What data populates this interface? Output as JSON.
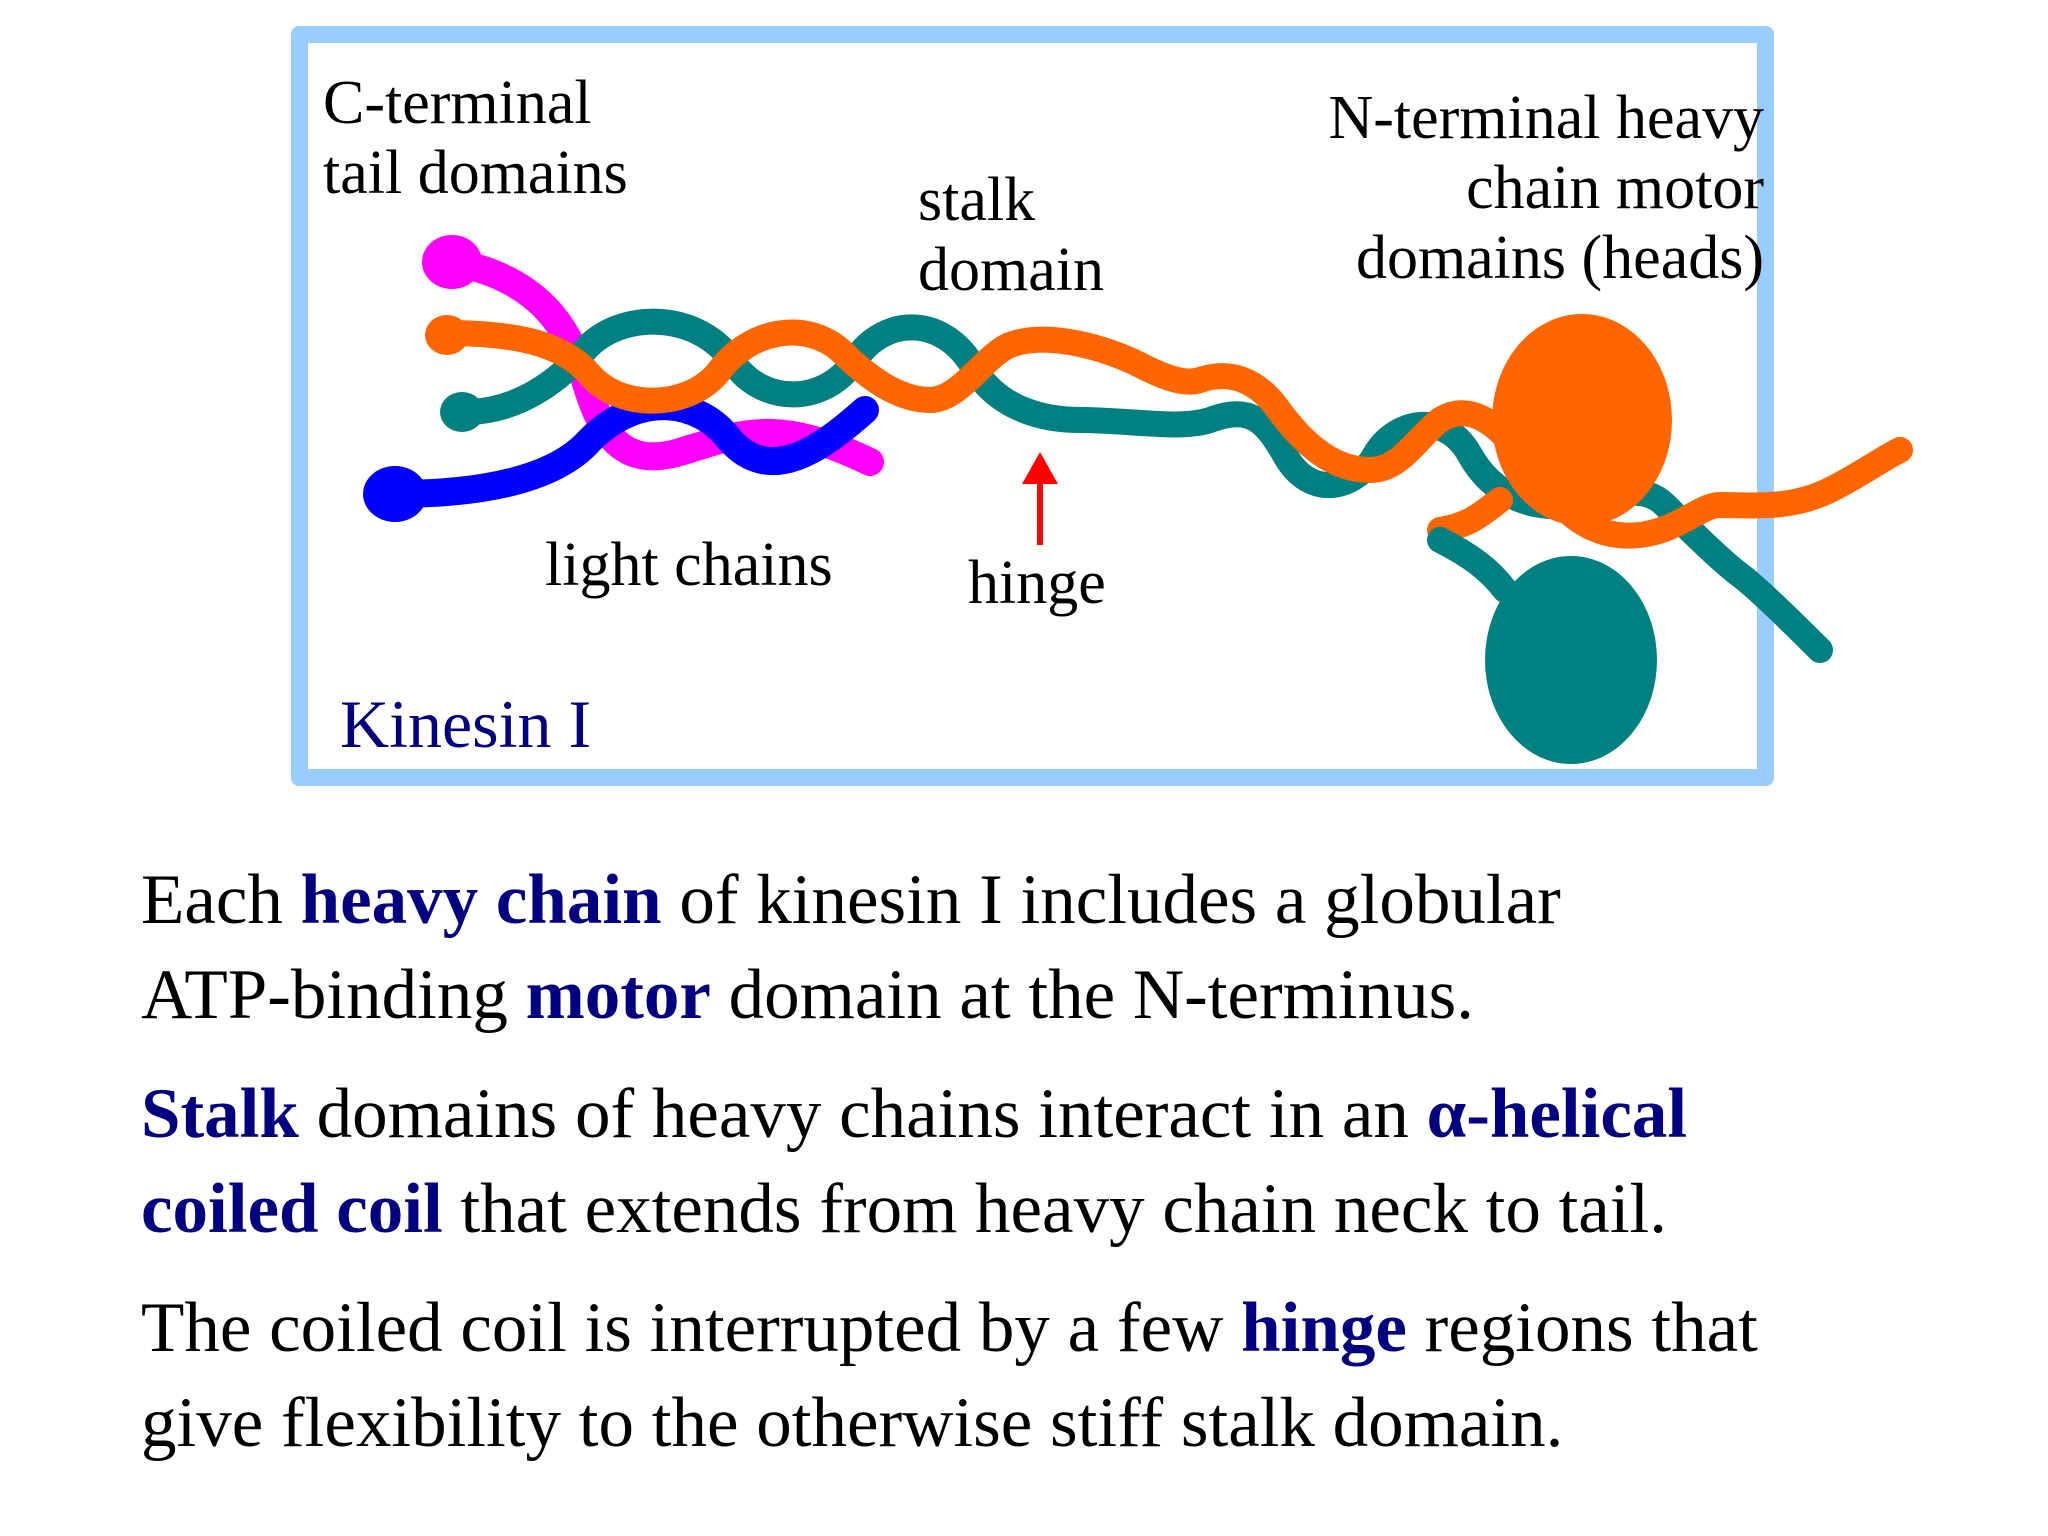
{
  "diagram": {
    "title": "Kinesin I",
    "title_color": "#000080",
    "frame_color": "#99ccff",
    "labels": {
      "c_terminal_line1": "C-terminal",
      "c_terminal_line2": "tail domains",
      "stalk_line1": "stalk",
      "stalk_line2": "domain",
      "n_terminal_line1": "N-terminal heavy",
      "n_terminal_line2": "chain motor",
      "n_terminal_line3": "domains (heads)",
      "light_chains": "light chains",
      "hinge": "hinge"
    },
    "colors": {
      "heavy_chain_1": "#ff6600",
      "heavy_chain_2": "#008080",
      "light_chain_1": "#ff00ff",
      "light_chain_2": "#0000ff",
      "hinge_arrow": "#ff0000"
    }
  },
  "text": {
    "emphasis_color": "#000080",
    "p1": {
      "l1_a": "Each ",
      "l1_b": "heavy chain",
      "l1_c": " of kinesin I includes a globular",
      "l2_a": "ATP-binding ",
      "l2_b": "motor",
      "l2_c": " domain at the N-terminus."
    },
    "p2": {
      "l1_a": "Stalk",
      "l1_b": " domains of heavy chains interact in an ",
      "l1_c": "α-helical",
      "l2_a": "coiled coil",
      "l2_b": " that extends from heavy chain neck to tail."
    },
    "p3": {
      "l1_a": "The coiled coil is interrupted by a few ",
      "l1_b": "hinge",
      "l1_c": " regions that",
      "l2_a": "give flexibility to the otherwise stiff stalk domain."
    }
  }
}
